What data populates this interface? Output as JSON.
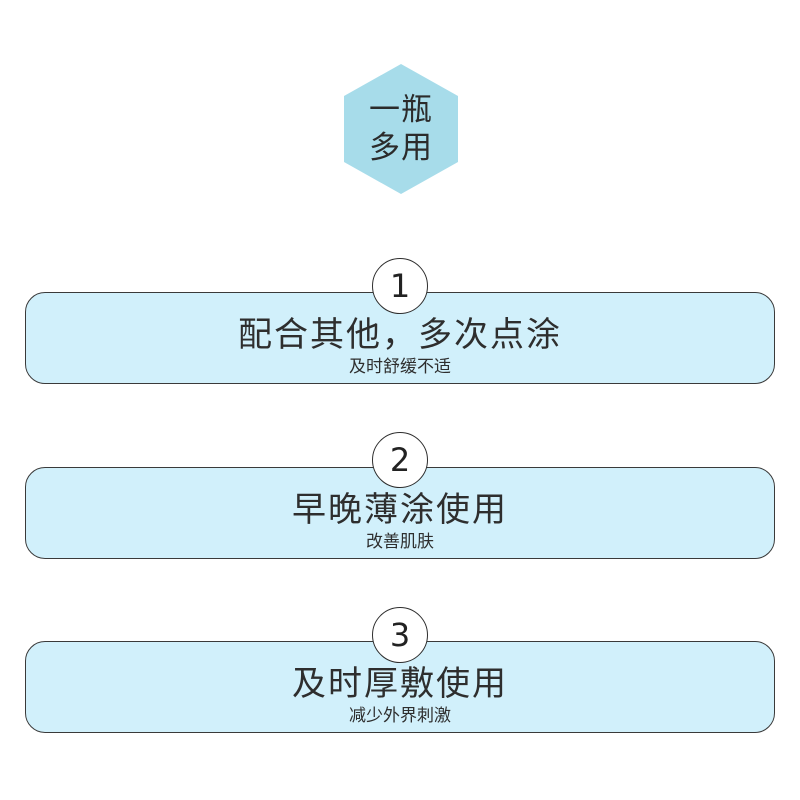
{
  "badge": {
    "line1": "一瓶",
    "line2": "多用",
    "color": "#a7dcea"
  },
  "steps": [
    {
      "number": "1",
      "title": "配合其他，多次点涂",
      "subtitle": "及时舒缓不适"
    },
    {
      "number": "2",
      "title": "早晚薄涂使用",
      "subtitle": "改善肌肤"
    },
    {
      "number": "3",
      "title": "及时厚敷使用",
      "subtitle": "减少外界刺激"
    }
  ],
  "colors": {
    "card_bg": "#d1f0fb",
    "border": "#3a3a3a"
  }
}
